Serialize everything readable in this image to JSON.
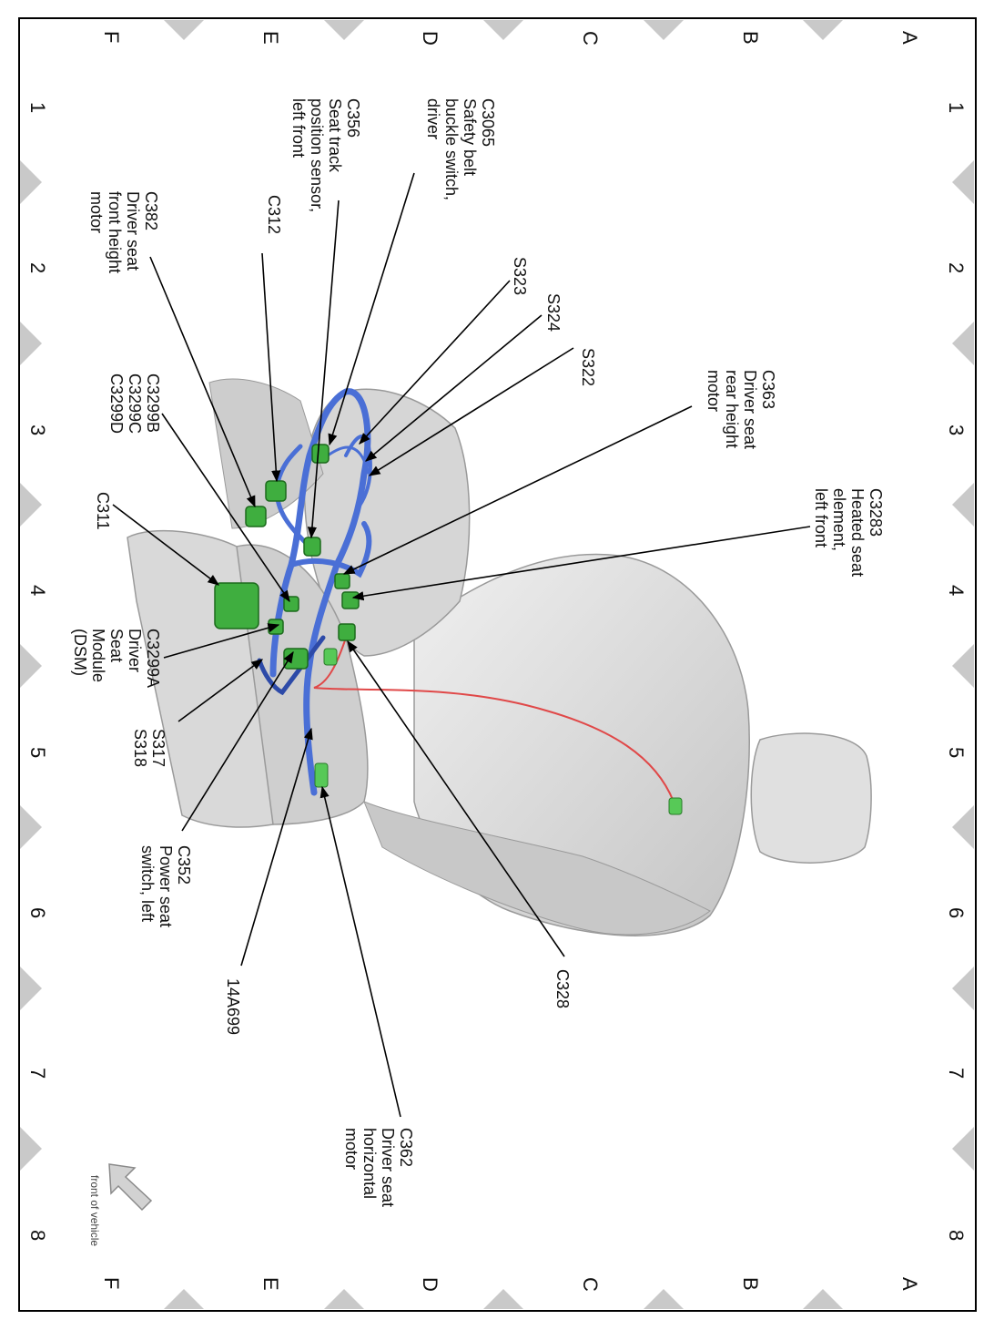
{
  "grid": {
    "rows": [
      "A",
      "B",
      "C",
      "D",
      "E",
      "F"
    ],
    "columns": [
      "1",
      "2",
      "3",
      "4",
      "5",
      "6",
      "7",
      "8"
    ]
  },
  "callouts": [
    {
      "id": "c3065",
      "lines": [
        "C3065",
        "Safety belt",
        "buckle switch,",
        "driver"
      ]
    },
    {
      "id": "c356",
      "lines": [
        "C356",
        "Seat track",
        "position sensor,",
        "left front"
      ]
    },
    {
      "id": "c312",
      "lines": [
        "C312"
      ]
    },
    {
      "id": "c382",
      "lines": [
        "C382",
        "Driver seat",
        "front height",
        "motor"
      ]
    },
    {
      "id": "s323",
      "lines": [
        "S323"
      ]
    },
    {
      "id": "s324",
      "lines": [
        "S324"
      ]
    },
    {
      "id": "s322",
      "lines": [
        "S322"
      ]
    },
    {
      "id": "c363",
      "lines": [
        "C363",
        "Driver seat",
        "rear height",
        "motor"
      ]
    },
    {
      "id": "c3299bcd",
      "lines": [
        "C3299B",
        "C3299C",
        "C3299D"
      ]
    },
    {
      "id": "c3283",
      "lines": [
        "C3283",
        "Heated seat",
        "element,",
        "left front"
      ]
    },
    {
      "id": "c311",
      "lines": [
        "C311"
      ]
    },
    {
      "id": "c3299a",
      "lines": [
        "C3299A",
        "Driver",
        "Seat",
        "Module",
        "(DSM)"
      ]
    },
    {
      "id": "s317",
      "lines": [
        "S317",
        "S318"
      ]
    },
    {
      "id": "c352",
      "lines": [
        "C352",
        "Power seat",
        "switch, left"
      ]
    },
    {
      "id": "c328",
      "lines": [
        "C328"
      ]
    },
    {
      "id": "h14a699",
      "lines": [
        "14A699"
      ]
    },
    {
      "id": "c362",
      "lines": [
        "C362",
        "Driver seat",
        "horizontal",
        "motor"
      ]
    }
  ],
  "orientation": {
    "label": "front of vehicle",
    "icon": "arrow-icon"
  },
  "colors": {
    "harness": "#4a6fd6",
    "harness_dark": "#2d4aa8",
    "connector": "#3fae3f",
    "heater_wire": "#e04848",
    "seat": "#dcdcdc",
    "grid_triangle": "#c9c9c9"
  }
}
